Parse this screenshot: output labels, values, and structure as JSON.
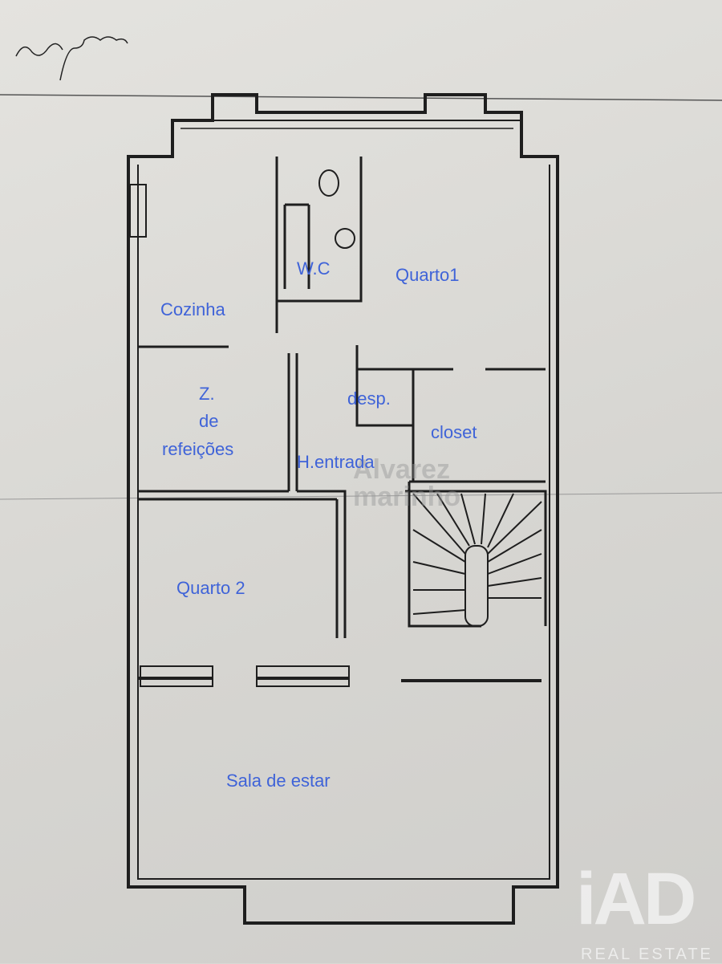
{
  "rooms": {
    "kitchen": "Cozinha",
    "wc": "W.C",
    "bedroom1": "Quarto1",
    "dining_line1": "Z.",
    "dining_line2": "de",
    "dining_line3": "refeições",
    "storage": "desp.",
    "closet": "closet",
    "entrance_hall": "H.entrada",
    "bedroom2": "Quarto 2",
    "living_room": "Sala de estar"
  },
  "watermarks": {
    "agency_line1": "Alvarez",
    "agency_line2": "marinho",
    "brand": "iAD",
    "brand_sub": "REAL ESTATE"
  },
  "colors": {
    "label": "#3f63d8",
    "wall": "#1e1e1e",
    "paper": "#dcdbd7"
  }
}
